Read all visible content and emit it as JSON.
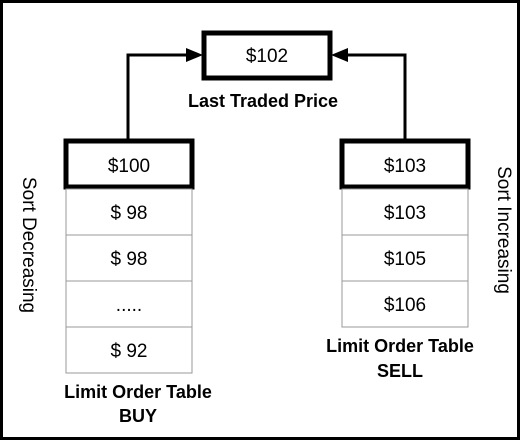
{
  "last_traded": {
    "price": "$102",
    "label": "Last Traded Price"
  },
  "buy_table": {
    "rows": [
      "$100",
      "$ 98",
      "$ 98",
      ".....",
      "$ 92"
    ],
    "title_line1": "Limit Order Table",
    "title_line2": "BUY",
    "sort_label": "Sort Decreasing"
  },
  "sell_table": {
    "rows": [
      "$103",
      "$103",
      "$105",
      "$106"
    ],
    "title_line1": "Limit Order Table",
    "title_line2": "SELL",
    "sort_label": "Sort Increasing"
  }
}
